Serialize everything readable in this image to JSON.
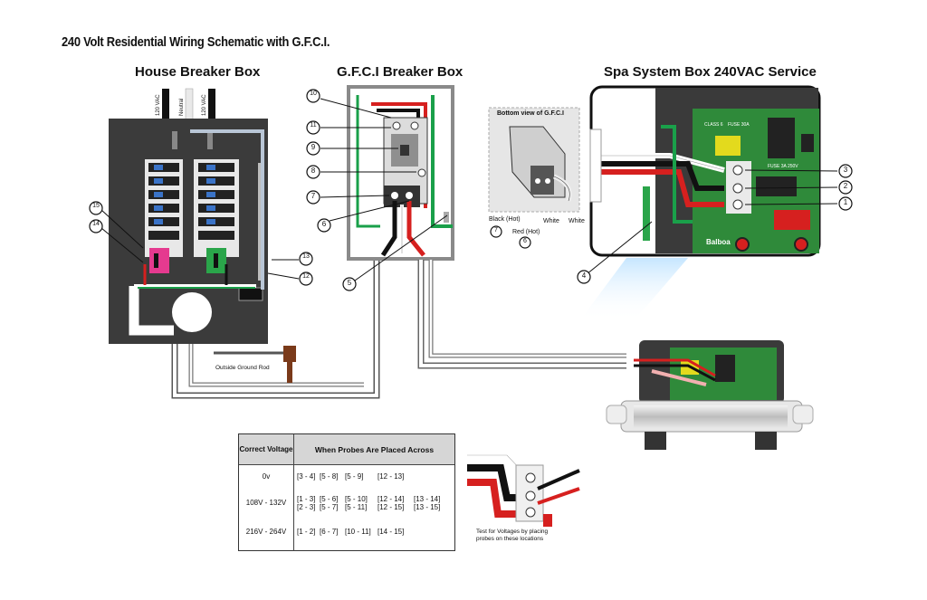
{
  "title": "240 Volt Residential Wiring Schematic with G.F.C.I.",
  "sections": {
    "house": "House Breaker Box",
    "gfci": "G.F.C.I Breaker Box",
    "spa": "Spa System Box 240VAC Service"
  },
  "house_labels": {
    "v120_left": "120 VAC",
    "neutral": "Neutral",
    "v120_right": "120 VAC",
    "ground_rod": "Outside Ground Rod"
  },
  "gfci_inset": {
    "title": "Bottom view of G.F.C.I",
    "black": "Black (Hot)",
    "red": "Red (Hot)",
    "white1": "White",
    "white2": "White",
    "num_black": "7",
    "num_red": "6"
  },
  "callouts": [
    "1",
    "2",
    "3",
    "4",
    "5",
    "6",
    "7",
    "8",
    "9",
    "10",
    "11",
    "12",
    "13",
    "14",
    "15"
  ],
  "spa_board": {
    "class": "CLASS 6",
    "fuse1": "FUSE 30A",
    "fuse2": "FUSE 3A 250V",
    "brand": "Balboa"
  },
  "table": {
    "header_col1": "Correct Voltage",
    "header_col2": "When Probes Are Placed Across",
    "rows": [
      {
        "voltage": "0v",
        "line1": [
          "[3 - 4]",
          "[5 - 8]",
          "[5 - 9]",
          "[12 - 13]"
        ],
        "line2": []
      },
      {
        "voltage": "108V - 132V",
        "line1": [
          "[1 - 3]",
          "[5 - 6]",
          "[5 - 10]",
          "[12 - 14]",
          "[13 - 14]"
        ],
        "line2": [
          "[2 - 3]",
          "[5 - 7]",
          "[5 - 11]",
          "[12 - 15]",
          "[13 - 15]"
        ]
      },
      {
        "voltage": "216V - 264V",
        "line1": [
          "[1 - 2]",
          "[6 - 7]",
          "[10 - 11]",
          "[14 - 15]"
        ],
        "line2": []
      }
    ]
  },
  "probe_note": "Test for Voltages by placing probes on these locations",
  "colors": {
    "ground": "#1aa04a",
    "hot_red": "#d6201f",
    "hot_black": "#111111",
    "neutral_white": "#ffffff",
    "panel": "#3a3a3a",
    "board": "#2f8a3a",
    "conduit": "#b9c6d6"
  }
}
